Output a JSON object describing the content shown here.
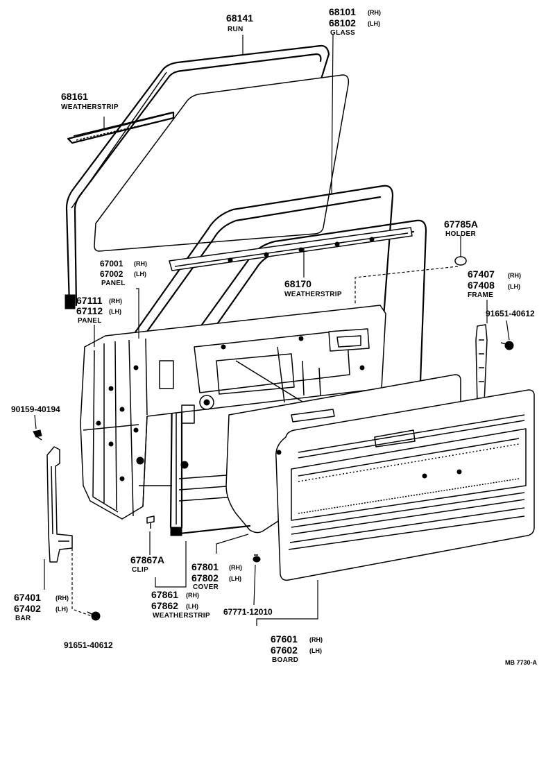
{
  "figure_code": "MB 7730-A",
  "parts": {
    "p68141": {
      "numbers": [
        "68141"
      ],
      "name": "RUN"
    },
    "p68101": {
      "numbers": [
        "68101",
        "68102"
      ],
      "sides": [
        "(RH)",
        "(LH)"
      ],
      "name": "GLASS"
    },
    "p68161": {
      "numbers": [
        "68161"
      ],
      "name": "WEATHERSTRIP"
    },
    "p67785A": {
      "numbers": [
        "67785A"
      ],
      "name": "HOLDER"
    },
    "p67001": {
      "numbers": [
        "67001",
        "67002"
      ],
      "sides": [
        "(RH)",
        "(LH)"
      ],
      "name": "PANEL"
    },
    "p68170": {
      "numbers": [
        "68170"
      ],
      "name": "WEATHERSTRIP"
    },
    "p67407": {
      "numbers": [
        "67407",
        "67408"
      ],
      "sides": [
        "(RH)",
        "(LH)"
      ],
      "name": "FRAME"
    },
    "p67111": {
      "numbers": [
        "67111",
        "67112"
      ],
      "sides": [
        "(RH)",
        "(LH)"
      ],
      "name": "PANEL"
    },
    "p91651a": {
      "numbers": [
        "91651-40612"
      ]
    },
    "p90159": {
      "numbers": [
        "90159-40194"
      ]
    },
    "p67867A": {
      "numbers": [
        "67867A"
      ],
      "name": "CLIP"
    },
    "p67801": {
      "numbers": [
        "67801",
        "67802"
      ],
      "sides": [
        "(RH)",
        "(LH)"
      ],
      "name": "COVER"
    },
    "p67861": {
      "numbers": [
        "67861",
        "67862"
      ],
      "sides": [
        "(RH)",
        "(LH)"
      ],
      "name": "WEATHERSTRIP"
    },
    "p67401": {
      "numbers": [
        "67401",
        "67402"
      ],
      "sides": [
        "(RH)",
        "(LH)"
      ],
      "name": "BAR"
    },
    "p67771": {
      "numbers": [
        "67771-12010"
      ]
    },
    "p67601": {
      "numbers": [
        "67601",
        "67602"
      ],
      "sides": [
        "(RH)",
        "(LH)"
      ],
      "name": "BOARD"
    },
    "p91651b": {
      "numbers": [
        "91651-40612"
      ]
    }
  }
}
